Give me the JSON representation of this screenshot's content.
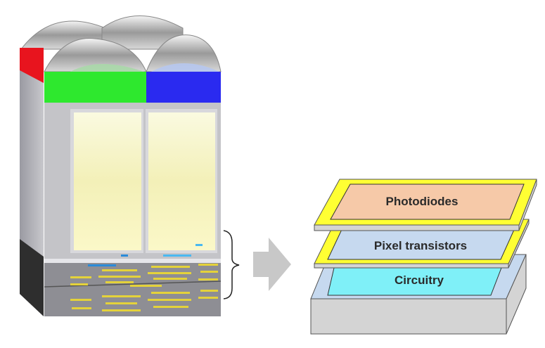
{
  "diagram": {
    "left_illustration": "stacked-cmos-pixel-3d",
    "arrow_icon": "right-arrow-icon",
    "layers": [
      {
        "label": "Photodiodes",
        "color": "#f6c9a8"
      },
      {
        "label": "Pixel transistors",
        "color": "#c6d9ef"
      },
      {
        "label": "Circuitry",
        "color": "#7ff0f8"
      }
    ],
    "colors": {
      "frame": "#ffff33",
      "edge": "#d4d4d4",
      "filter_red": "#e8141e",
      "filter_green": "#2ee82e",
      "filter_blue": "#2a2af0"
    }
  }
}
